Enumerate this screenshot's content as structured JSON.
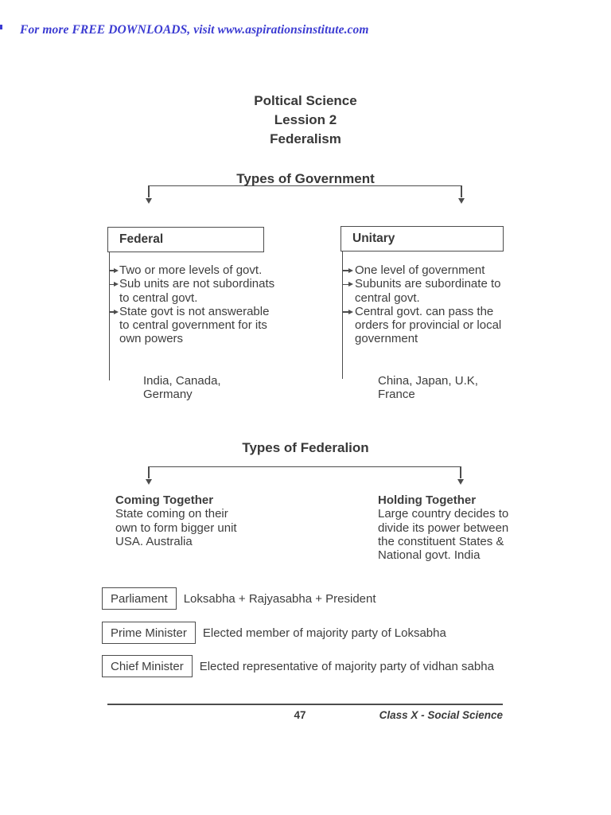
{
  "page": {
    "header_note": "For more FREE DOWNLOADS, visit www.aspirationsinstitute.com",
    "accent_blue": "#3b3bd2"
  },
  "title": {
    "line1": "Poltical Science",
    "line2": "Lession 2",
    "line3": "Federalism"
  },
  "sections": {
    "government": {
      "heading": "Types of Government",
      "federal": {
        "label": "Federal",
        "points": [
          "Two or more levels of govt.",
          "Sub units are not subordinats to central govt.",
          "State govt is not answerable to central government for its own powers"
        ],
        "examples": "India, Canada, Germany"
      },
      "unitary": {
        "label": "Unitary",
        "points": [
          "One level of government",
          "Subunits are subordinate to central govt.",
          "Central govt. can pass the orders for provincial or local government"
        ],
        "examples": "China, Japan, U.K, France"
      }
    },
    "federation": {
      "heading": "Types of Federalion",
      "coming": {
        "title": "Coming Together",
        "body": "State coming on their own to form bigger unit USA. Australia"
      },
      "holding": {
        "title": "Holding Together",
        "body": "Large country decides to divide its power between the constituent States & National govt. India"
      }
    },
    "definitions": [
      {
        "term": "Parliament",
        "definition": "Loksabha + Rajyasabha + President"
      },
      {
        "term": "Prime Minister",
        "definition": "Elected member of majority party of Loksabha"
      },
      {
        "term": "Chief Minister",
        "definition": "Elected representative of majority party of vidhan sabha"
      }
    ]
  },
  "footer": {
    "page_number": "47",
    "book": "Class X - Social Science"
  }
}
